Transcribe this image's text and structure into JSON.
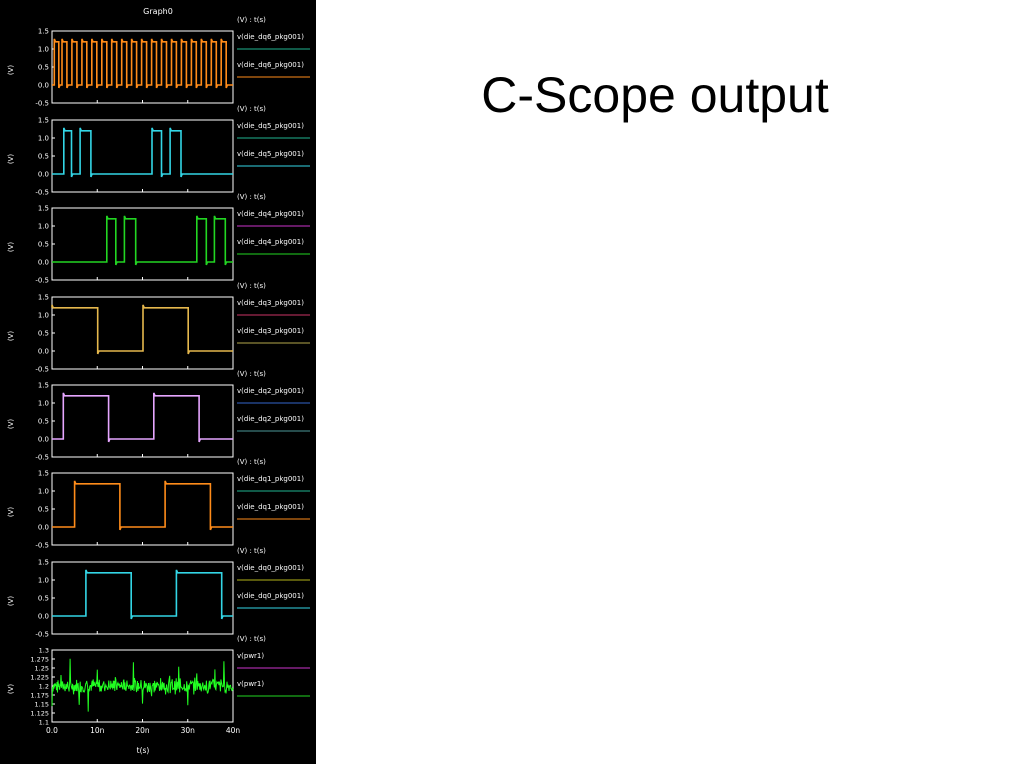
{
  "slide": {
    "title": "C-Scope output"
  },
  "chart_data": {
    "type": "line",
    "title": "Graph0",
    "xlabel": "t(s)",
    "xlim": [
      0,
      40
    ],
    "x_ticks": [
      {
        "value": 0,
        "label": "0.0"
      },
      {
        "value": 10,
        "label": "10n"
      },
      {
        "value": 20,
        "label": "20n"
      },
      {
        "value": 30,
        "label": "30n"
      },
      {
        "value": 40,
        "label": "40n"
      }
    ],
    "legend_placement": "right",
    "panels": [
      {
        "ylabel": "(V)",
        "axis_label": "(V) : t(s)",
        "ylim": [
          -0.5,
          1.5
        ],
        "y_ticks": [
          "1.5",
          "1.0",
          "0.5",
          "0.0",
          "-0.5"
        ],
        "color": "#ff8c1a",
        "legend": [
          {
            "name": "v(die_dq6_pkg001)",
            "color": "#1fb58f"
          },
          {
            "name": "v(die_dq6_pkg001)",
            "color": "#ff8c1a"
          }
        ],
        "pulses": [
          [
            0.5,
            1.5
          ],
          [
            2.2,
            3.3
          ],
          [
            4.4,
            5.5
          ],
          [
            6.6,
            7.7
          ],
          [
            8.8,
            9.9
          ],
          [
            11.0,
            12.1
          ],
          [
            13.2,
            14.3
          ],
          [
            15.4,
            16.5
          ],
          [
            17.6,
            18.7
          ],
          [
            19.8,
            20.9
          ],
          [
            22.0,
            23.1
          ],
          [
            24.2,
            25.3
          ],
          [
            26.4,
            27.5
          ],
          [
            28.6,
            29.7
          ],
          [
            30.8,
            31.9
          ],
          [
            33.0,
            34.1
          ],
          [
            35.2,
            36.3
          ],
          [
            37.4,
            38.5
          ]
        ],
        "high": 1.2,
        "low": 0.0
      },
      {
        "ylabel": "(V)",
        "axis_label": "(V) : t(s)",
        "ylim": [
          -0.5,
          1.5
        ],
        "y_ticks": [
          "1.5",
          "1.0",
          "0.5",
          "0.0",
          "-0.5"
        ],
        "color": "#33d6e6",
        "legend": [
          {
            "name": "v(die_dq5_pkg001)",
            "color": "#1fb58f"
          },
          {
            "name": "v(die_dq5_pkg001)",
            "color": "#33d6e6"
          }
        ],
        "pulses": [
          [
            2.6,
            4.3
          ],
          [
            6.2,
            8.6
          ],
          [
            22.1,
            24.2
          ],
          [
            26.1,
            28.5
          ]
        ],
        "high": 1.2,
        "low": 0.0
      },
      {
        "ylabel": "(V)",
        "axis_label": "(V) : t(s)",
        "ylim": [
          -0.5,
          1.5
        ],
        "y_ticks": [
          "1.5",
          "1.0",
          "0.5",
          "0.0",
          "-0.5"
        ],
        "color": "#22d622",
        "legend": [
          {
            "name": "v(die_dq4_pkg001)",
            "color": "#cc33cc"
          },
          {
            "name": "v(die_dq4_pkg001)",
            "color": "#22d622"
          }
        ],
        "pulses": [
          [
            12.1,
            14.1
          ],
          [
            16.0,
            18.5
          ],
          [
            32.0,
            34.1
          ],
          [
            35.9,
            38.3
          ]
        ],
        "high": 1.2,
        "low": 0.0
      },
      {
        "ylabel": "(V)",
        "axis_label": "(V) : t(s)",
        "ylim": [
          -0.5,
          1.5
        ],
        "y_ticks": [
          "1.5",
          "1.0",
          "0.5",
          "0.0",
          "-0.5"
        ],
        "color": "#e6b84d",
        "legend": [
          {
            "name": "v(die_dq3_pkg001)",
            "color": "#cc3366"
          },
          {
            "name": "v(die_dq3_pkg001)",
            "color": "#b3a84d"
          }
        ],
        "pulses": [
          [
            0,
            10.1
          ],
          [
            20.1,
            30.1
          ]
        ],
        "high": 1.2,
        "low": 0.0
      },
      {
        "ylabel": "(V)",
        "axis_label": "(V) : t(s)",
        "ylim": [
          -0.5,
          1.5
        ],
        "y_ticks": [
          "1.5",
          "1.0",
          "0.5",
          "0.0",
          "-0.5"
        ],
        "color": "#e6a6ff",
        "legend": [
          {
            "name": "v(die_dq2_pkg001)",
            "color": "#3366cc"
          },
          {
            "name": "v(die_dq2_pkg001)",
            "color": "#4d9999"
          }
        ],
        "pulses": [
          [
            2.5,
            12.5
          ],
          [
            22.5,
            32.5
          ]
        ],
        "high": 1.2,
        "low": 0.0
      },
      {
        "ylabel": "(V)",
        "axis_label": "(V) : t(s)",
        "ylim": [
          -0.5,
          1.5
        ],
        "y_ticks": [
          "1.5",
          "1.0",
          "0.5",
          "0.0",
          "-0.5"
        ],
        "color": "#ff8c1a",
        "legend": [
          {
            "name": "v(die_dq1_pkg001)",
            "color": "#1fb58f"
          },
          {
            "name": "v(die_dq1_pkg001)",
            "color": "#ff8c1a"
          }
        ],
        "pulses": [
          [
            5.0,
            15.0
          ],
          [
            25.0,
            35.0
          ]
        ],
        "high": 1.2,
        "low": 0.0
      },
      {
        "ylabel": "(V)",
        "axis_label": "(V) : t(s)",
        "ylim": [
          -0.5,
          1.5
        ],
        "y_ticks": [
          "1.5",
          "1.0",
          "0.5",
          "0.0",
          "-0.5"
        ],
        "color": "#33d6e6",
        "legend": [
          {
            "name": "v(die_dq0_pkg001)",
            "color": "#b3b31a"
          },
          {
            "name": "v(die_dq0_pkg001)",
            "color": "#33d6e6"
          }
        ],
        "pulses": [
          [
            7.5,
            17.5
          ],
          [
            27.5,
            37.5
          ]
        ],
        "high": 1.2,
        "low": 0.0
      },
      {
        "ylabel": "(V)",
        "axis_label": "(V) : t(s)",
        "ylim": [
          1.1,
          1.3
        ],
        "y_ticks": [
          "1.3",
          "1.275",
          "1.25",
          "1.225",
          "1.2",
          "1.175",
          "1.15",
          "1.125",
          "1.1"
        ],
        "color": "#22ff22",
        "legend": [
          {
            "name": "v(pwr1)",
            "color": "#cc33cc"
          },
          {
            "name": "v(pwr1)",
            "color": "#22d622"
          }
        ],
        "noise_center": 1.2
      }
    ]
  }
}
